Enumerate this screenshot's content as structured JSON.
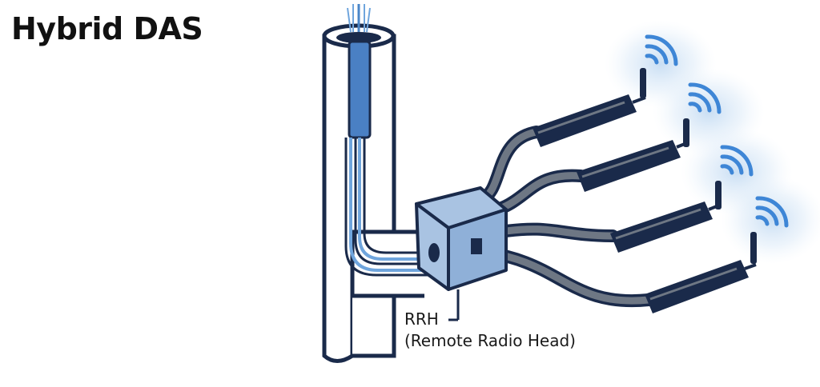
{
  "title": "Hybrid DAS",
  "callout": {
    "line1": "RRH",
    "line2": "(Remote Radio Head)"
  }
}
